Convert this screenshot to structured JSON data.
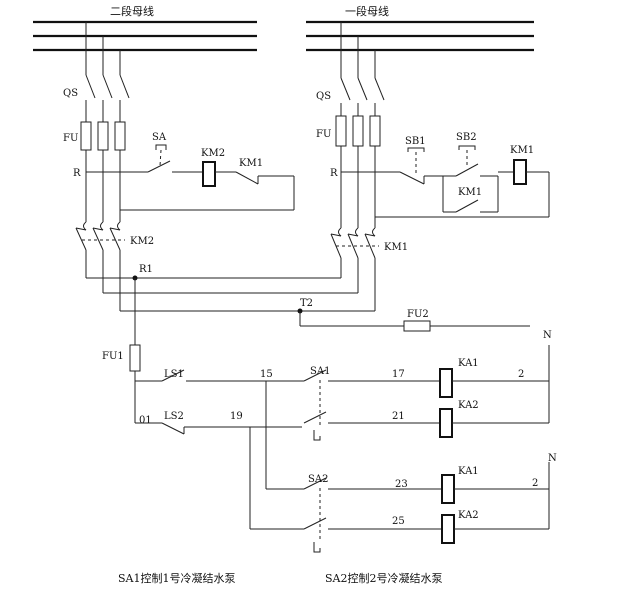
{
  "bus": {
    "left": "二段母线",
    "right": "一段母线"
  },
  "left_panel": {
    "qs": "QS",
    "fu": "FU",
    "r": "R",
    "sa": "SA",
    "km2_coil": "KM2",
    "km1_contact": "KM1",
    "km2_main": "KM2"
  },
  "right_panel": {
    "qs": "QS",
    "fu": "FU",
    "r": "R",
    "sb1": "SB1",
    "sb2": "SB2",
    "km1_coil": "KM1",
    "km1_hold": "KM1",
    "km1_main": "KM1"
  },
  "nodes": {
    "r1": "R1",
    "t2": "T2",
    "fu2": "FU2",
    "n1": "N",
    "n2": "N",
    "fu1": "FU1",
    "ls1": "LS1",
    "ls2": "LS2",
    "w01": "01",
    "w15": "15",
    "w19": "19",
    "w17": "17",
    "w21": "21",
    "w23": "23",
    "w25": "25",
    "w2a": "2",
    "w2b": "2"
  },
  "control": {
    "sa1": "SA1",
    "sa2": "SA2",
    "ka1_top": "KA1",
    "ka2_top": "KA2",
    "ka1_bottom": "KA1",
    "ka2_bottom": "KA2"
  },
  "captions": {
    "left": "SA1控制1号冷凝结水泵",
    "right": "SA2控制2号冷凝结水泵"
  }
}
